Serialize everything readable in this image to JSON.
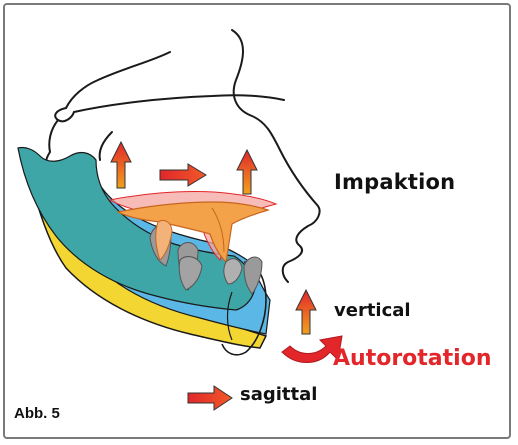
{
  "figure_label": "Abb. 5",
  "title": "Impaktion",
  "labels": {
    "vertical": "vertical",
    "autorotation": "Autorotation",
    "sagittal": "sagittal"
  },
  "colors": {
    "mandible_teal": "#3fa6a8",
    "mandible_blue": "#5bb8e6",
    "mandible_yellow": "#f4d632",
    "maxilla_orange": "#f3a24a",
    "arrow_red": "#e2262a",
    "arrow_orange": "#f08a1e",
    "outline": "#1a1a1a"
  }
}
